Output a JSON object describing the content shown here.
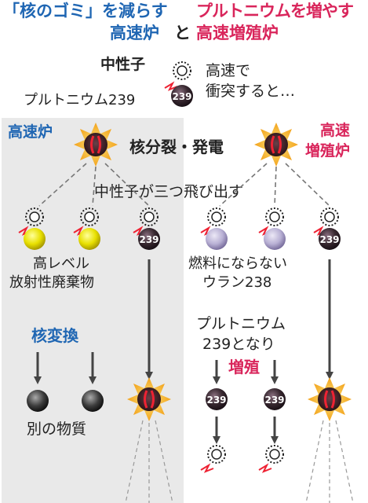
{
  "header": {
    "left_line1": "「核のゴミ」を減らす",
    "left_line2": "高速炉",
    "middle": "と",
    "right_line1": "プルトニウムを増やす",
    "right_line2": "高速増殖炉"
  },
  "intro": {
    "neutron_label": "中性子",
    "plutonium_label": "プルトニウム239",
    "collision_text_1": "高速で",
    "collision_text_2": "衝突すると…",
    "pu_badge": "239"
  },
  "sections": {
    "fast_reactor_label": "高速炉",
    "breeder_label_1": "高速",
    "breeder_label_2": "増殖炉"
  },
  "steps": {
    "fission": "核分裂・発電",
    "three_neutrons": "中性子が三つ飛び出す",
    "waste_1": "高レベル",
    "waste_2": "放射性廃棄物",
    "transmutation": "核変換",
    "other_material": "別の物質",
    "nonfuel_1": "燃料にならない",
    "nonfuel_2": "ウラン238",
    "becomes_1": "プルトニウム",
    "becomes_2": "239となり",
    "breeding": "増殖"
  },
  "colors": {
    "blue": "#1f66b3",
    "pink": "#d9255b",
    "panel_gray": "#e9e9e9",
    "yellow_nucleus": "#e8e000",
    "dark_nucleus": "#3a2a32",
    "burst": "#f3a21b"
  }
}
